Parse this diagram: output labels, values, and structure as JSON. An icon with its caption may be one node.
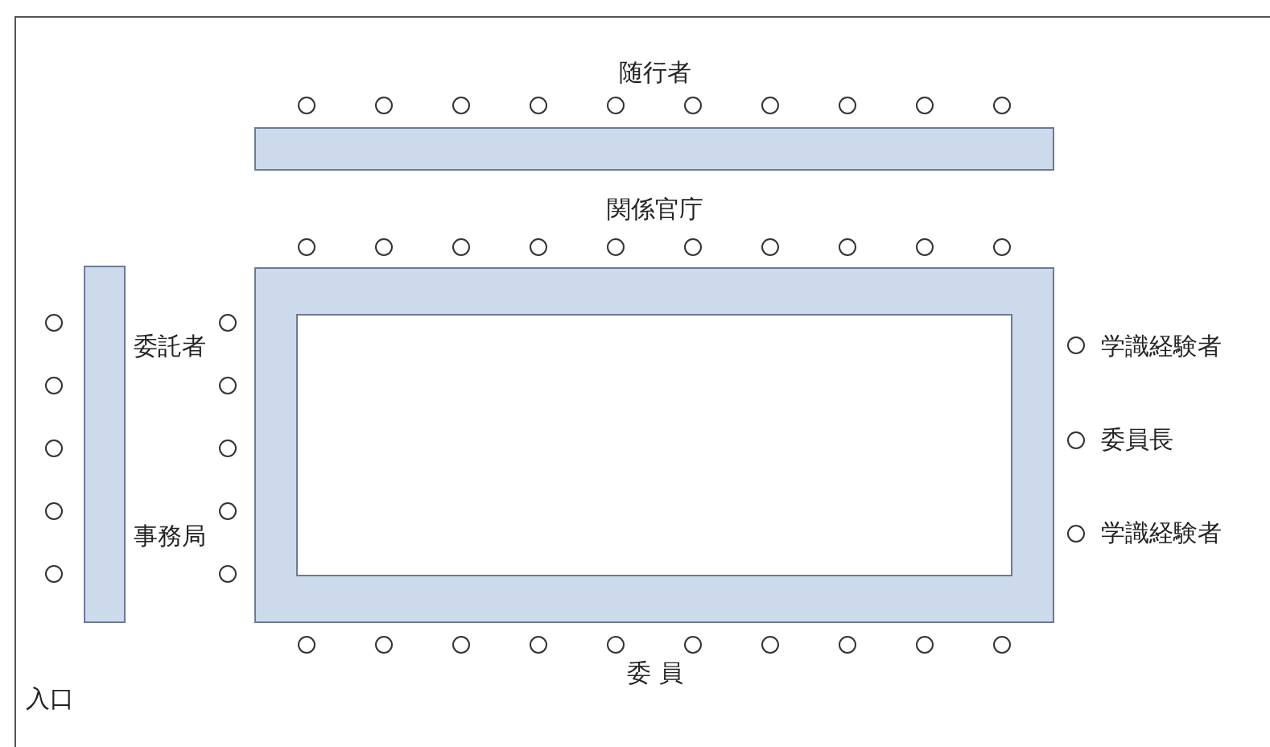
{
  "diagram": {
    "nodes": [
      {
        "text": [],
        "shape": "bar"
      },
      {
        "text": [],
        "shape": "bar"
      },
      {
        "text": [],
        "shape": "box"
      }
    ],
    "labels": [
      "随行者",
      "関係官庁",
      "委託者",
      "学識経験者",
      "委員長",
      "事務局",
      "学識経験者",
      "委 員",
      "入口"
    ]
  }
}
